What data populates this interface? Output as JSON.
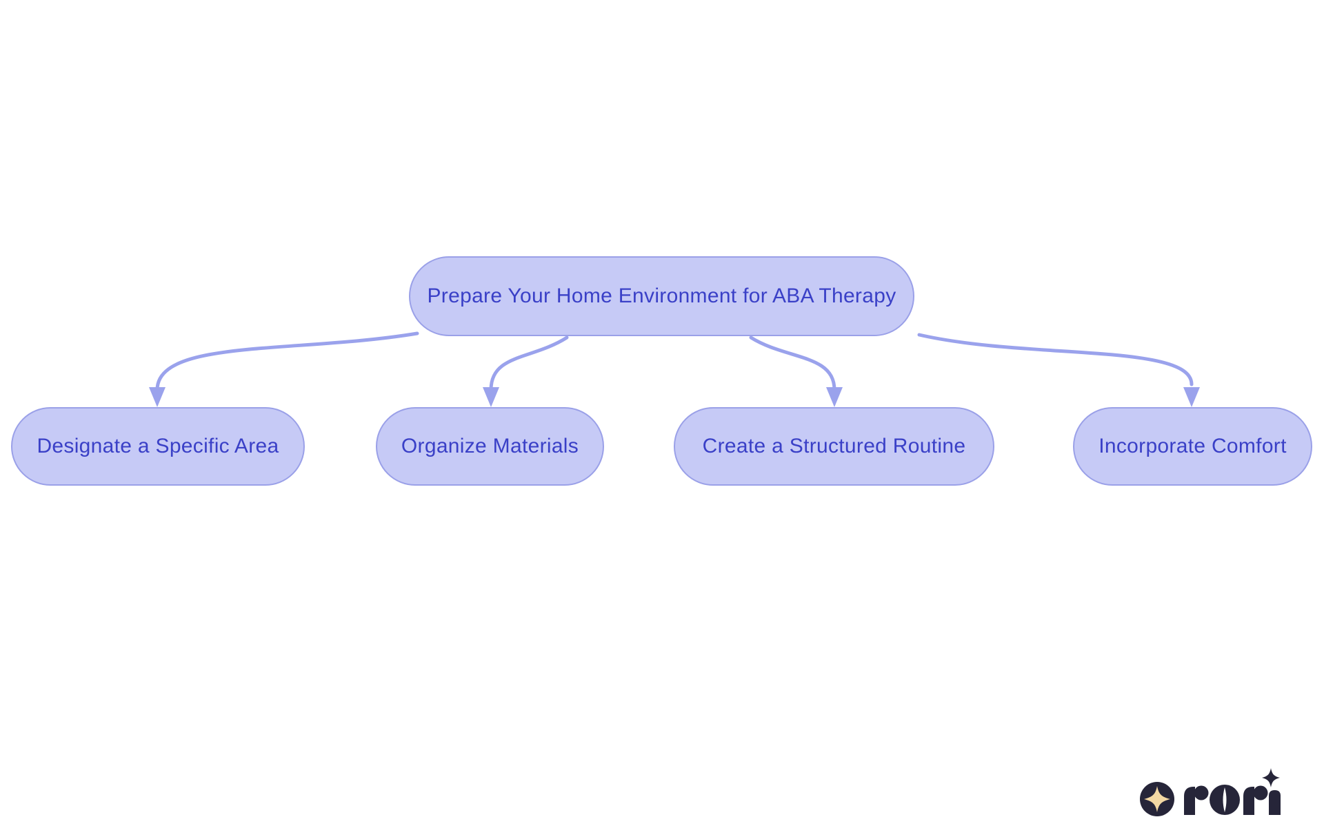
{
  "diagram": {
    "type": "flowchart",
    "root": {
      "label": "Prepare Your Home Environment for ABA Therapy"
    },
    "children": [
      {
        "label": "Designate a Specific Area"
      },
      {
        "label": "Organize Materials"
      },
      {
        "label": "Create a Structured Routine"
      },
      {
        "label": "Incorporate Comfort"
      }
    ],
    "colors": {
      "node_fill": "#c6caf6",
      "node_border": "#9aa0e8",
      "node_text": "#3a40c7",
      "arrow": "#9aa2ec"
    }
  },
  "logo": {
    "brand": "rori",
    "icons": [
      "sparkle-circle-icon",
      "sparkle-icon"
    ],
    "colors": {
      "navy": "#262539",
      "gold": "#f3d8a3"
    }
  }
}
